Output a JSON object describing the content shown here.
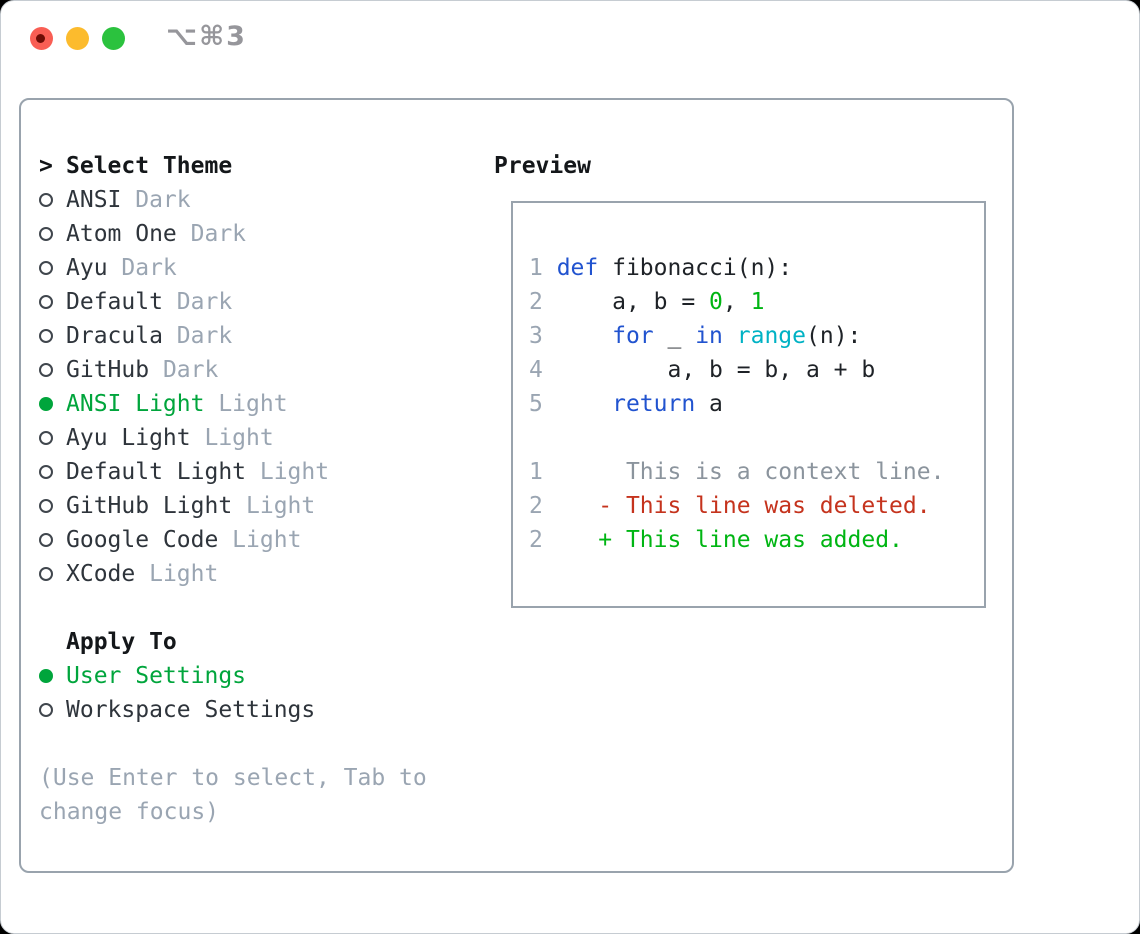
{
  "window": {
    "shortcut_hint": "⌥⌘3"
  },
  "colors": {
    "traffic_red": "#f95e54",
    "traffic_yellow": "#fcbb2d",
    "traffic_green": "#2bc23e",
    "shortcut_gray": "#96969b",
    "border_gray": "#99a3ad",
    "text_dark": "#2e343b",
    "muted_gray": "#9aa5b2",
    "context_gray": "#8b949d",
    "accent_green": "#00a53c",
    "code_blue": "#2153cf",
    "code_cyan": "#00b2c4",
    "code_green": "#00b513",
    "code_red": "#c5331d"
  },
  "theme_panel": {
    "header": {
      "cursor": ">",
      "title": "Select Theme"
    },
    "themes": [
      {
        "name": "ANSI",
        "variant": "Dark",
        "selected": false
      },
      {
        "name": "Atom One",
        "variant": "Dark",
        "selected": false
      },
      {
        "name": "Ayu",
        "variant": "Dark",
        "selected": false
      },
      {
        "name": "Default",
        "variant": "Dark",
        "selected": false
      },
      {
        "name": "Dracula",
        "variant": "Dark",
        "selected": false
      },
      {
        "name": "GitHub",
        "variant": "Dark",
        "selected": false
      },
      {
        "name": "ANSI Light",
        "variant": "Light",
        "selected": true
      },
      {
        "name": "Ayu Light",
        "variant": "Light",
        "selected": false
      },
      {
        "name": "Default Light",
        "variant": "Light",
        "selected": false
      },
      {
        "name": "GitHub Light",
        "variant": "Light",
        "selected": false
      },
      {
        "name": "Google Code",
        "variant": "Light",
        "selected": false
      },
      {
        "name": "XCode",
        "variant": "Light",
        "selected": false
      }
    ],
    "apply_to": {
      "title": "Apply To",
      "options": [
        {
          "name": "User Settings",
          "selected": true
        },
        {
          "name": "Workspace Settings",
          "selected": false
        }
      ]
    },
    "help_text": "(Use Enter to select, Tab to change focus)"
  },
  "preview": {
    "title": "Preview",
    "code_lines": [
      [
        [
          "ln",
          "1 "
        ],
        [
          "kw",
          "def"
        ],
        [
          "plain",
          " fibonacci(n):"
        ]
      ],
      [
        [
          "ln",
          "2 "
        ],
        [
          "plain",
          "    a, b = "
        ],
        [
          "num",
          "0"
        ],
        [
          "plain",
          ", "
        ],
        [
          "num",
          "1"
        ]
      ],
      [
        [
          "ln",
          "3 "
        ],
        [
          "plain",
          "    "
        ],
        [
          "kw",
          "for"
        ],
        [
          "plain",
          " _ "
        ],
        [
          "kw",
          "in"
        ],
        [
          "plain",
          " "
        ],
        [
          "builtin",
          "range"
        ],
        [
          "plain",
          "(n):"
        ]
      ],
      [
        [
          "ln",
          "4 "
        ],
        [
          "plain",
          "        a, b = b, a + b"
        ]
      ],
      [
        [
          "ln",
          "5 "
        ],
        [
          "plain",
          "    "
        ],
        [
          "kw",
          "return"
        ],
        [
          "plain",
          " a"
        ]
      ],
      [],
      [
        [
          "ln",
          "1 "
        ],
        [
          "ctx",
          "     This is a context line."
        ]
      ],
      [
        [
          "ln",
          "2 "
        ],
        [
          "del",
          "   - This line was deleted."
        ]
      ],
      [
        [
          "ln",
          "2 "
        ],
        [
          "add",
          "   + This line was added."
        ]
      ]
    ]
  }
}
